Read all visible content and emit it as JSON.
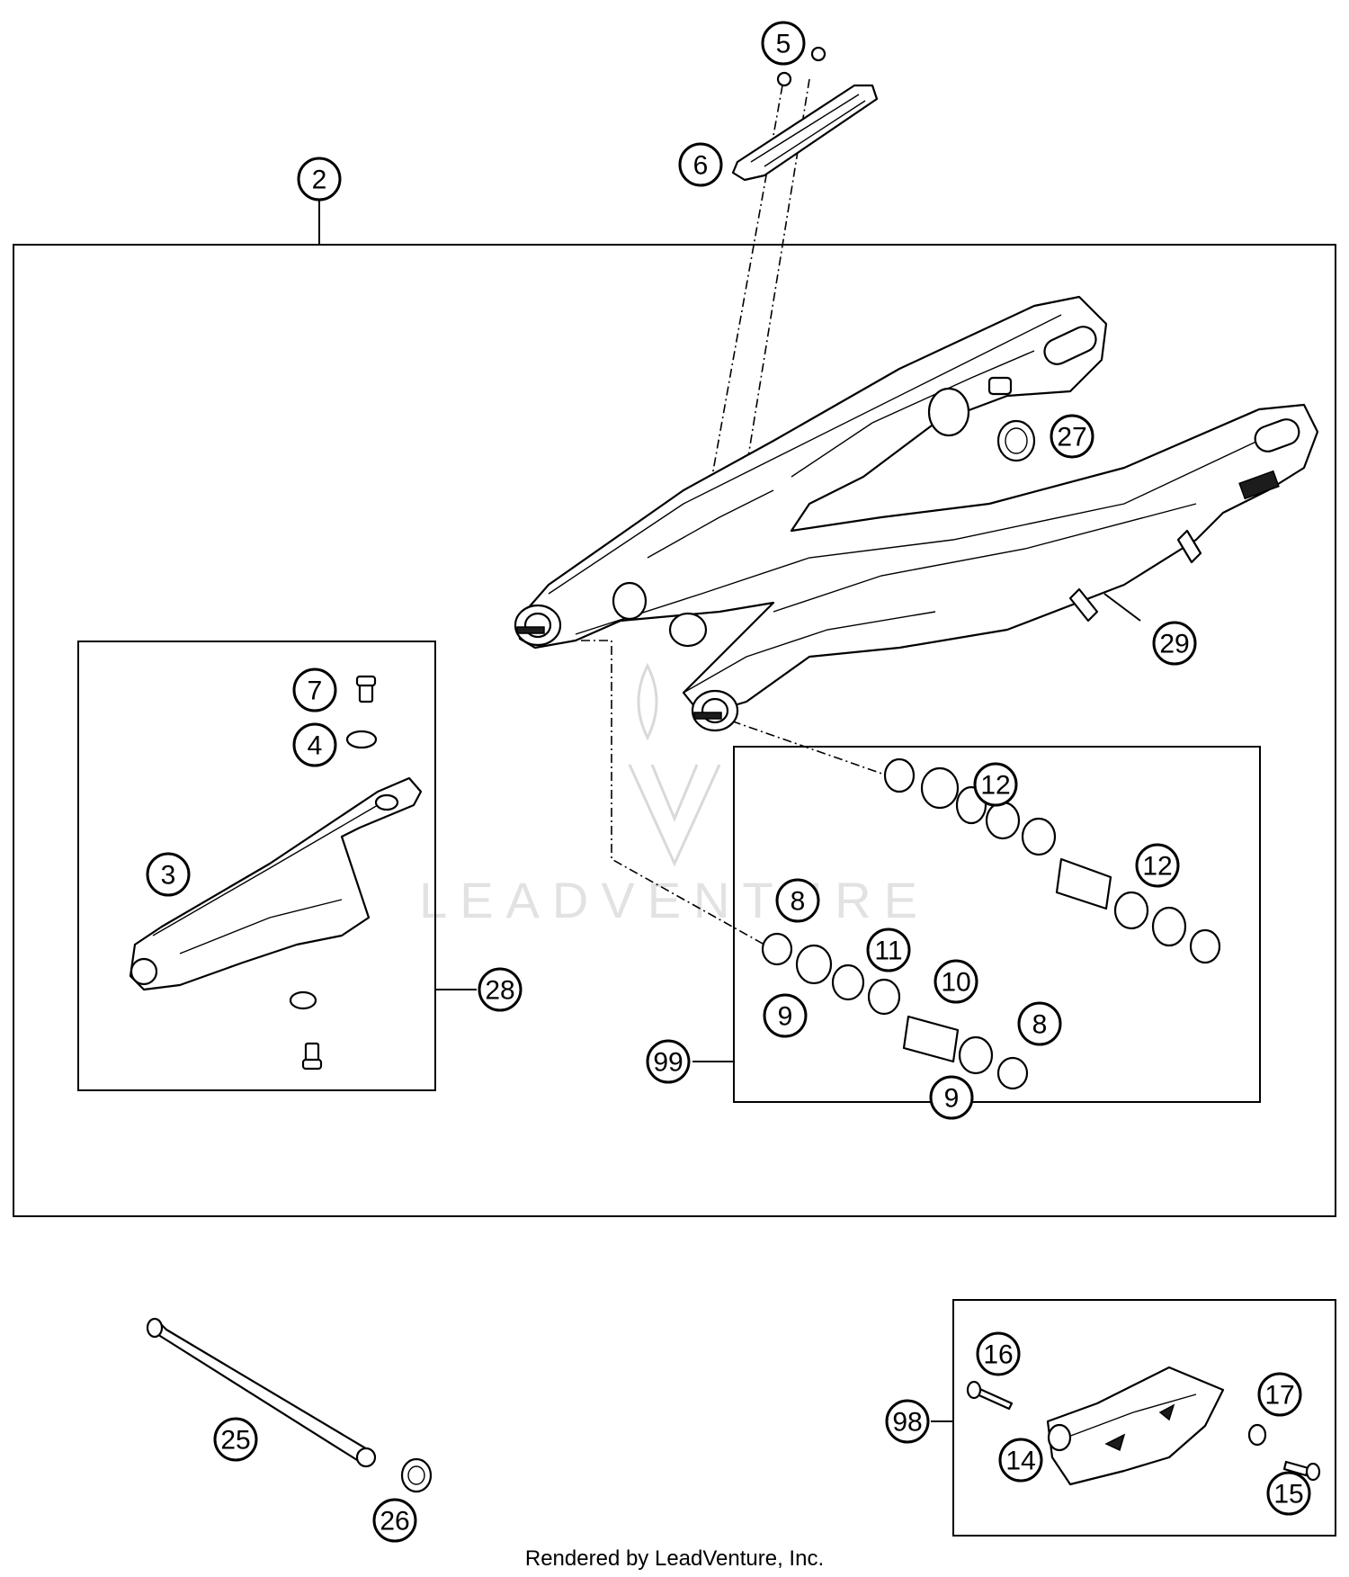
{
  "diagram": {
    "watermark": "LEADVENTURE",
    "footer": "Rendered by LeadVenture, Inc."
  },
  "callouts": {
    "c2": "2",
    "c3": "3",
    "c4": "4",
    "c5": "5",
    "c6": "6",
    "c7": "7",
    "c8a": "8",
    "c8b": "8",
    "c9a": "9",
    "c9b": "9",
    "c10": "10",
    "c11": "11",
    "c12a": "12",
    "c12b": "12",
    "c14": "14",
    "c15": "15",
    "c16": "16",
    "c17": "17",
    "c25": "25",
    "c26": "26",
    "c27": "27",
    "c28": "28",
    "c29": "29",
    "c98": "98",
    "c99": "99"
  }
}
